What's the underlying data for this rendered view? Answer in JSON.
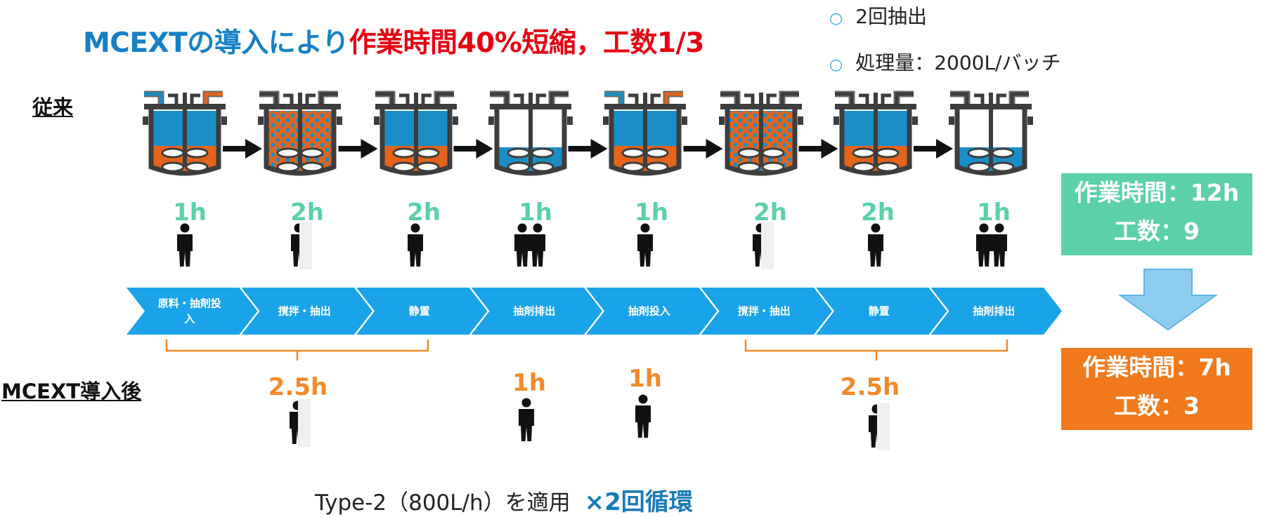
{
  "title": {
    "blue": "MCEXTの導入により",
    "red": "作業時間40%短縮，工数1/3"
  },
  "notes": [
    "2回抽出",
    "処理量：2000L/バッチ"
  ],
  "sections": {
    "before": "従来",
    "after": "MCEXT導入後"
  },
  "before_steps": [
    {
      "label_lines": [
        "原料・抽剤投",
        "入"
      ],
      "duration": "1h",
      "workers": 1
    },
    {
      "label_lines": [
        "撹拌・抽出"
      ],
      "duration": "2h",
      "workers": 0.5
    },
    {
      "label_lines": [
        "静置"
      ],
      "duration": "2h",
      "workers": 1
    },
    {
      "label_lines": [
        "抽剤排出"
      ],
      "duration": "1h",
      "workers": 2
    },
    {
      "label_lines": [
        "抽剤投入"
      ],
      "duration": "1h",
      "workers": 1
    },
    {
      "label_lines": [
        "撹拌・抽出"
      ],
      "duration": "2h",
      "workers": 0.5
    },
    {
      "label_lines": [
        "静置"
      ],
      "duration": "2h",
      "workers": 1
    },
    {
      "label_lines": [
        "抽剤排出"
      ],
      "duration": "1h",
      "workers": 2
    }
  ],
  "tanks": [
    "two-layer-inlet",
    "mixed",
    "two-layer",
    "lower-layer",
    "two-layer-inlet",
    "mixed",
    "two-layer",
    "lower-layer"
  ],
  "after_steps": [
    {
      "duration": "2.5h",
      "workers": 0.5
    },
    {
      "duration": "1h",
      "workers": 1
    },
    {
      "duration": "1h",
      "workers": 1
    },
    {
      "duration": "2.5h",
      "workers": 0.5
    }
  ],
  "summary_before": {
    "line1": "作業時間：12h",
    "line2": "工数：9"
  },
  "summary_after": {
    "line1": "作業時間：7h",
    "line2": "工数：3"
  },
  "footer": {
    "text": "Type-2（800L/h）を適用",
    "highlight": "×2回循環"
  },
  "colors": {
    "blue": "#1b8ec7",
    "orange": "#e4641b",
    "chevron": "#1aa3e8",
    "green": "#5cd0a8",
    "summary_orange": "#f07a1c",
    "title_blue": "#1680c5",
    "title_red": "#e60012"
  }
}
